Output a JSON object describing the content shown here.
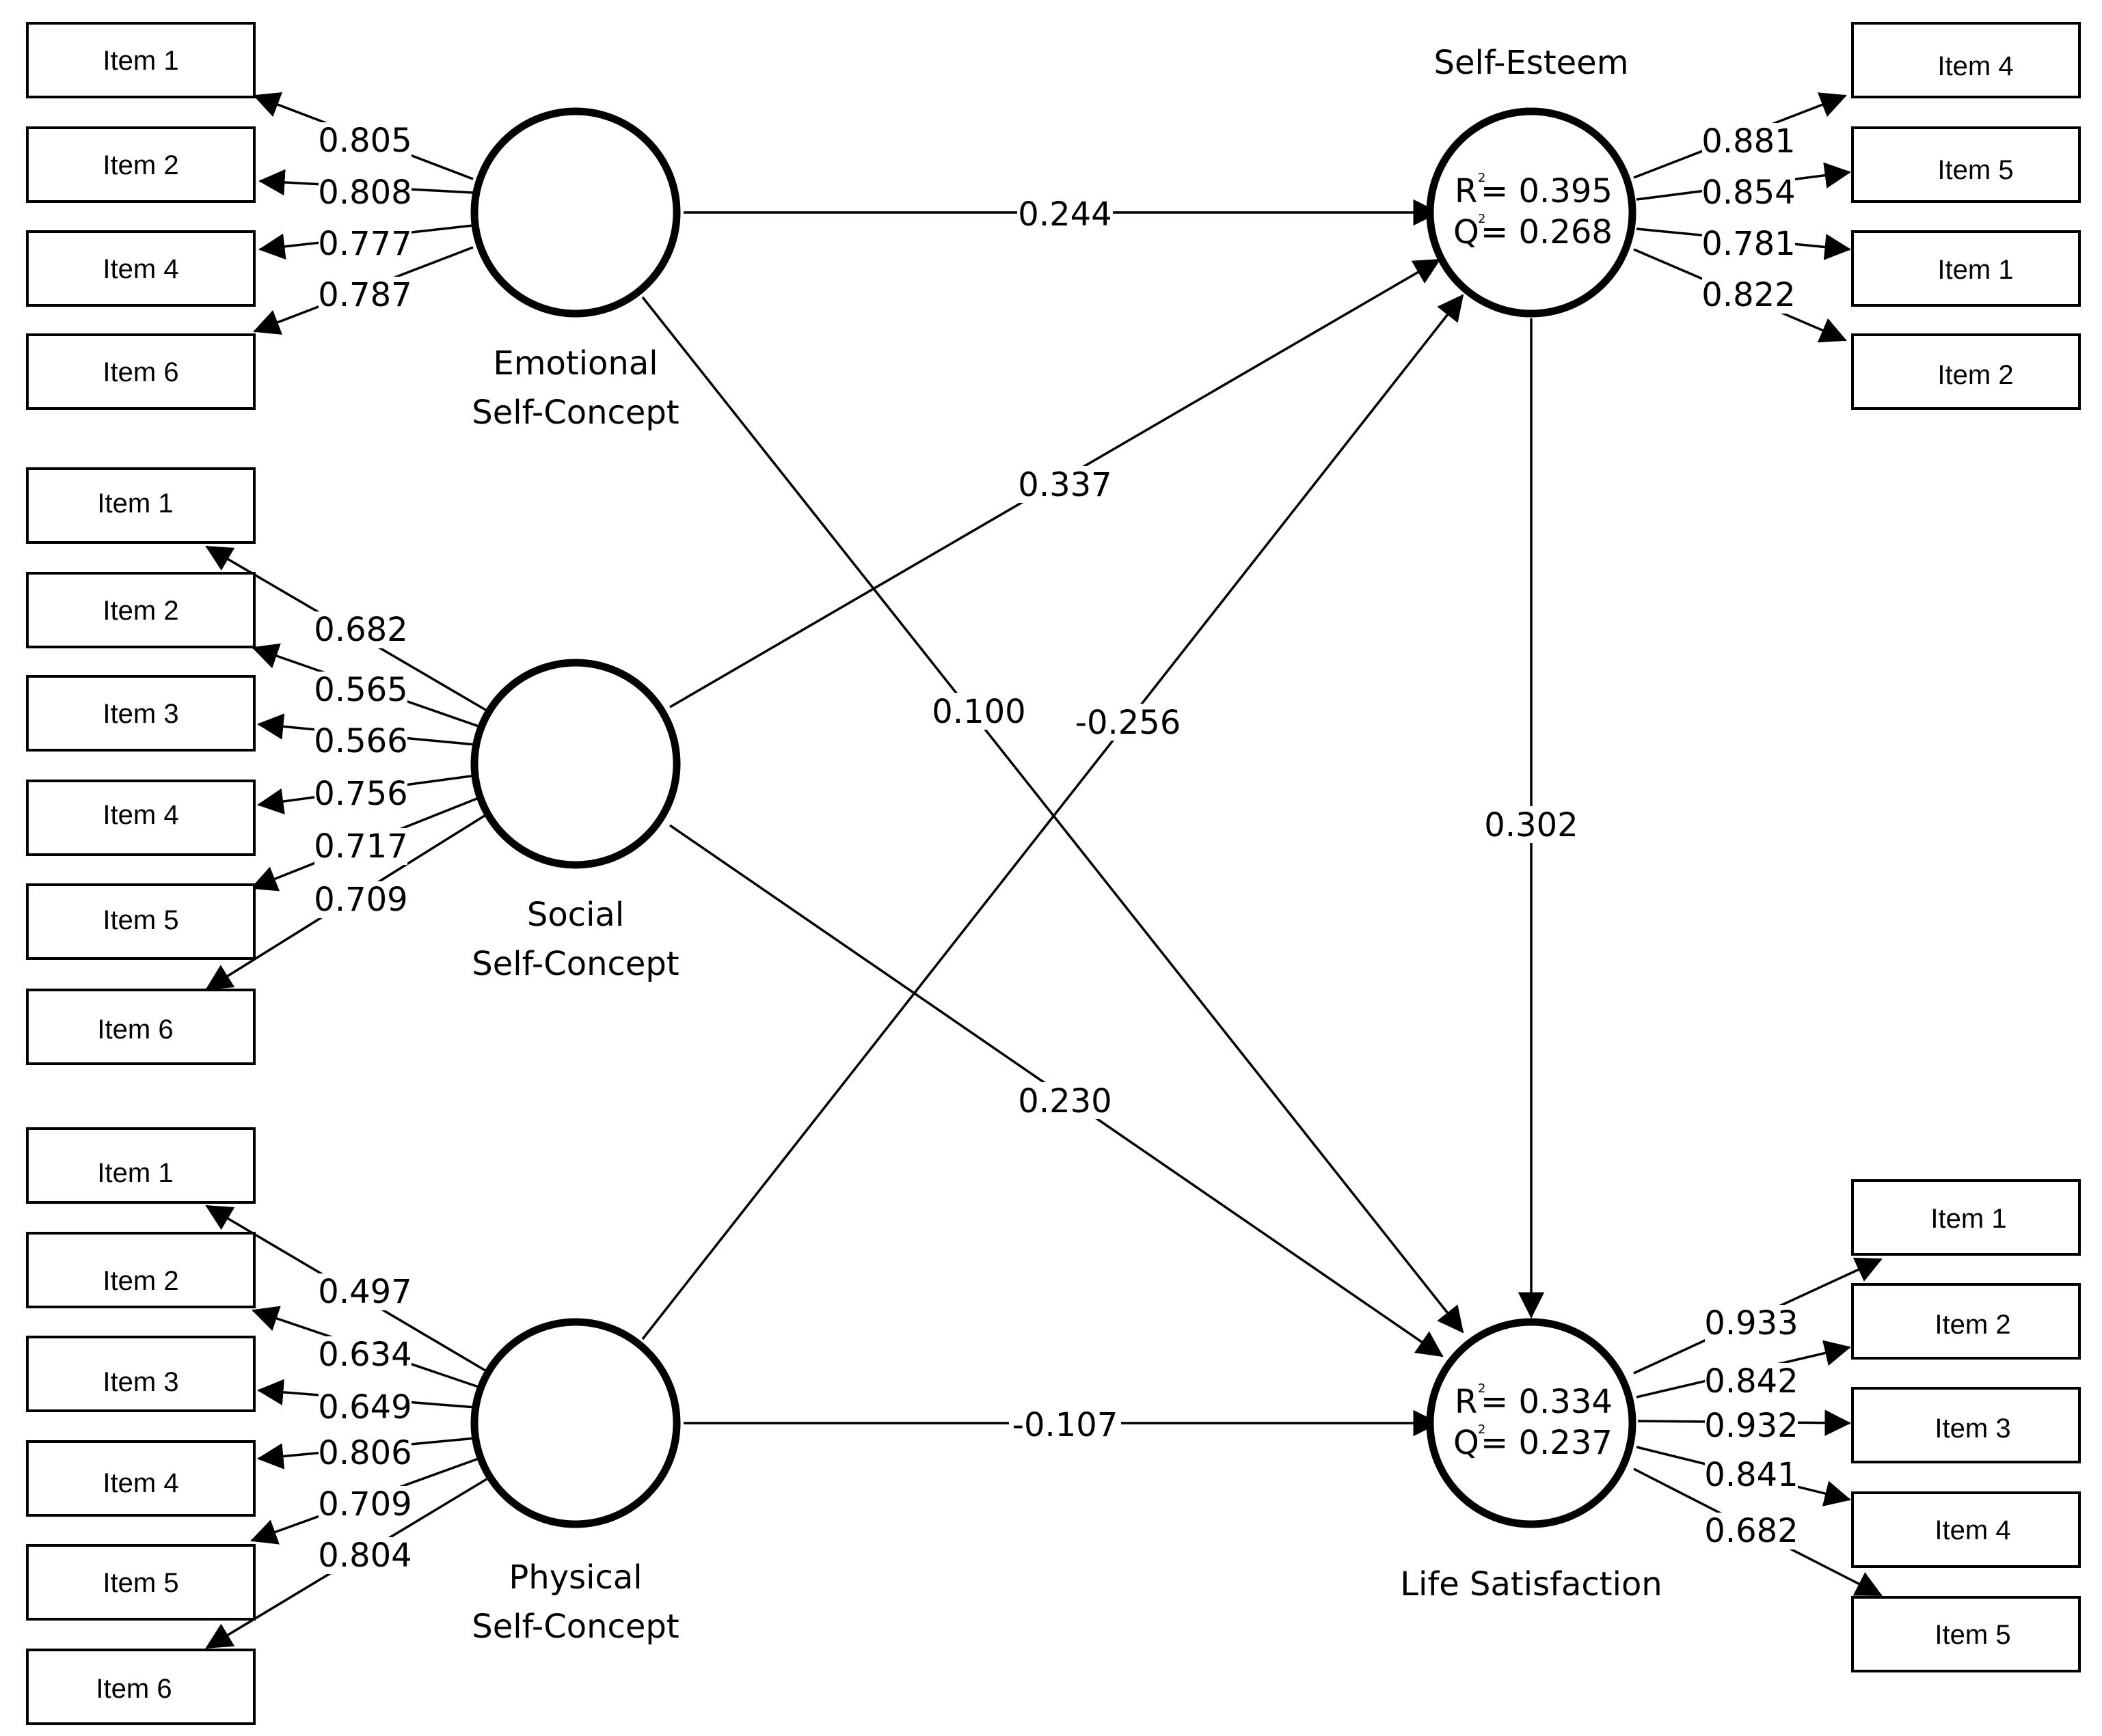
{
  "constructs": {
    "emotional": {
      "label_line1": "Emotional",
      "label_line2": "Self-Concept"
    },
    "social": {
      "label_line1": "Social",
      "label_line2": "Self-Concept"
    },
    "physical": {
      "label_line1": "Physical",
      "label_line2": "Self-Concept"
    },
    "self_esteem": {
      "label_line1": "Self-Esteem",
      "r2_letter": "R",
      "r2_value": "= 0.395",
      "q2_letter": "Q",
      "q2_value": "= 0.268",
      "sup": "2"
    },
    "life_satisfaction": {
      "label_line1": "Life Satisfaction",
      "r2_letter": "R",
      "r2_value": "= 0.334",
      "q2_letter": "Q",
      "q2_value": "= 0.237",
      "sup": "2"
    }
  },
  "indicators": {
    "emotional": [
      {
        "label": "Item 1",
        "loading": "0.805"
      },
      {
        "label": "Item 2",
        "loading": "0.808"
      },
      {
        "label": "Item 4",
        "loading": "0.777"
      },
      {
        "label": "Item 6",
        "loading": "0.787"
      }
    ],
    "social": [
      {
        "label": "Item 1",
        "loading": "0.682"
      },
      {
        "label": "Item 2",
        "loading": "0.565"
      },
      {
        "label": "Item 3",
        "loading": "0.566"
      },
      {
        "label": "Item 4",
        "loading": "0.756"
      },
      {
        "label": "Item 5",
        "loading": "0.717"
      },
      {
        "label": "Item 6",
        "loading": "0.709"
      }
    ],
    "physical": [
      {
        "label": "Item 1",
        "loading": "0.497"
      },
      {
        "label": "Item 2",
        "loading": "0.634"
      },
      {
        "label": "Item 3",
        "loading": "0.649"
      },
      {
        "label": "Item 4",
        "loading": "0.806"
      },
      {
        "label": "Item 5",
        "loading": "0.709"
      },
      {
        "label": "Item 6",
        "loading": "0.804"
      }
    ],
    "self_esteem": [
      {
        "label": "Item 4",
        "loading": "0.881"
      },
      {
        "label": "Item 5",
        "loading": "0.854"
      },
      {
        "label": "Item 1",
        "loading": "0.781"
      },
      {
        "label": "Item 2",
        "loading": "0.822"
      }
    ],
    "life_satisfaction": [
      {
        "label": "Item 1",
        "loading": "0.933"
      },
      {
        "label": "Item 2",
        "loading": "0.842"
      },
      {
        "label": "Item 3",
        "loading": "0.932"
      },
      {
        "label": "Item 4",
        "loading": "0.841"
      },
      {
        "label": "Item 5",
        "loading": "0.682"
      }
    ]
  },
  "paths": {
    "emotional_to_self_esteem": "0.244",
    "emotional_to_life_satisfaction": "0.100",
    "social_to_self_esteem": "0.337",
    "social_to_life_satisfaction": "0.230",
    "physical_to_self_esteem": "-0.256",
    "physical_to_life_satisfaction": "-0.107",
    "self_esteem_to_life_satisfaction": "0.302"
  }
}
